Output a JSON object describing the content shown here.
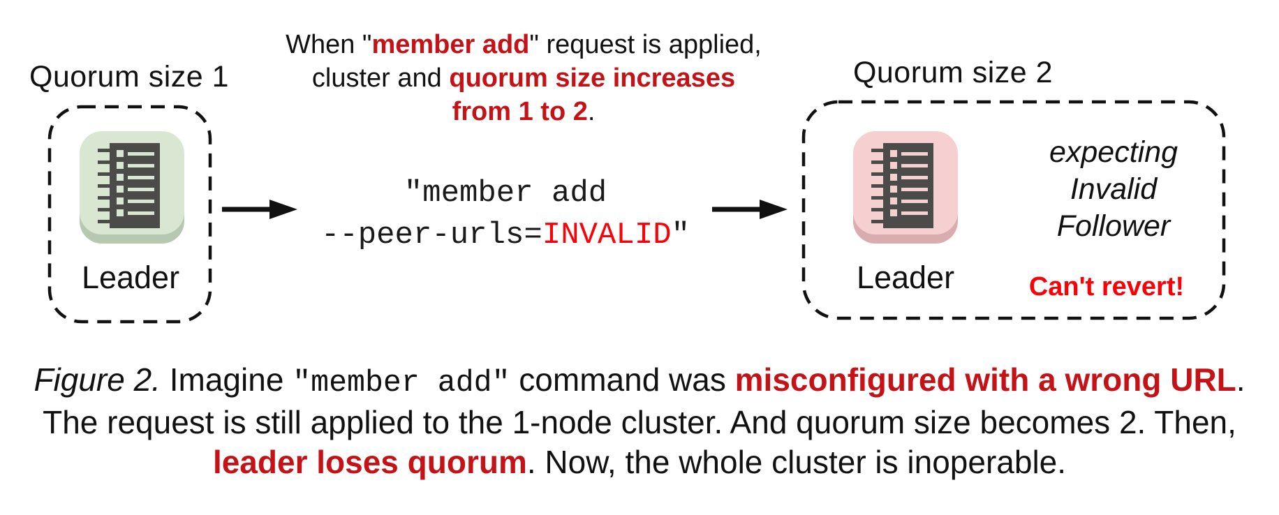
{
  "colors": {
    "red_dark": "#c51217",
    "red_bright": "#fb0006",
    "green_bg": "#d9e7d2",
    "green_shadow": "#b6c8af",
    "pink_bg": "#f6d0d0",
    "pink_shadow": "#d9adaf",
    "glyph": "#4b4b49",
    "text": "#111111"
  },
  "left_cluster": {
    "title": "Quorum size 1",
    "node_label": "Leader"
  },
  "annotation": {
    "l1a": "When \"",
    "l1b": "member add",
    "l1c": "\" request is applied,",
    "l2a": "cluster and ",
    "l2b": "quorum size increases",
    "l3a": "from 1 to 2",
    "l3b": "."
  },
  "command": {
    "line1": "\"member add",
    "l2a": "--peer-urls=",
    "l2b": "INVALID",
    "l2c": "\""
  },
  "right_cluster": {
    "title": "Quorum size 2",
    "node_label": "Leader",
    "note1": "expecting",
    "note2": "Invalid",
    "note3": "Follower",
    "warning": "Can't revert!"
  },
  "caption": {
    "l1_figure": "Figure 2.",
    "l1a": " Imagine ",
    "l1_code": "\"member add\"",
    "l1b": " command was ",
    "l1_em": "misconfigured with a wrong URL",
    "l1c": ".",
    "l2": "The request is still applied to the 1-node cluster. And quorum size becomes 2. Then,",
    "l3_em": "leader loses quorum",
    "l3a": ". Now, the whole cluster is inoperable."
  }
}
